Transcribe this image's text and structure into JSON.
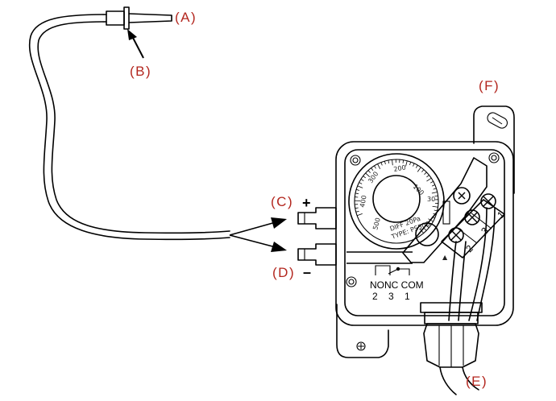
{
  "callouts": {
    "a": "(A)",
    "b": "(B)",
    "c": "(C)",
    "d": "(D)",
    "e": "(E)",
    "f": "(F)"
  },
  "port_signs": {
    "plus": "+",
    "minus": "–"
  },
  "dial": {
    "scale": [
      "500",
      "400",
      "300",
      "200",
      "100",
      "30"
    ],
    "line1": "DIFF 20Pa",
    "line2": "TYPE: PS500"
  },
  "contacts": {
    "labels": "NONC COM",
    "numbers": "2    3    1"
  },
  "terminals": [
    "2",
    "3",
    "1"
  ],
  "colors": {
    "callout": "#b3261e",
    "line": "#000000"
  }
}
